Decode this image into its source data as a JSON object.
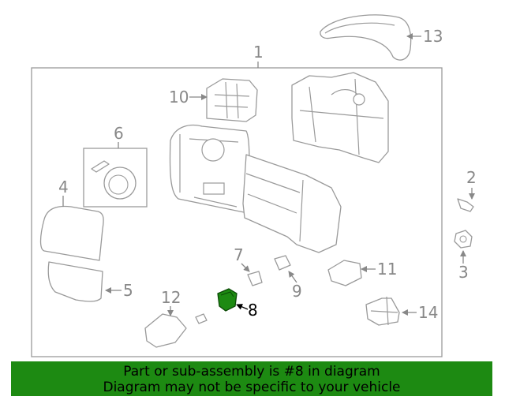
{
  "diagram": {
    "callouts": {
      "c1": "1",
      "c2": "2",
      "c3": "3",
      "c4": "4",
      "c5": "5",
      "c6": "6",
      "c7": "7",
      "c8": "8",
      "c9": "9",
      "c10": "10",
      "c11": "11",
      "c12": "12",
      "c13": "13",
      "c14": "14"
    },
    "highlight_part": "8",
    "colors": {
      "line": "#9a9a9a",
      "label": "#888888",
      "highlight": "#1d8a12",
      "banner": "#1d8a12"
    }
  },
  "banner": {
    "line1": "Part or sub-assembly is #8 in diagram",
    "line2": "Diagram may not be specific to your vehicle"
  }
}
